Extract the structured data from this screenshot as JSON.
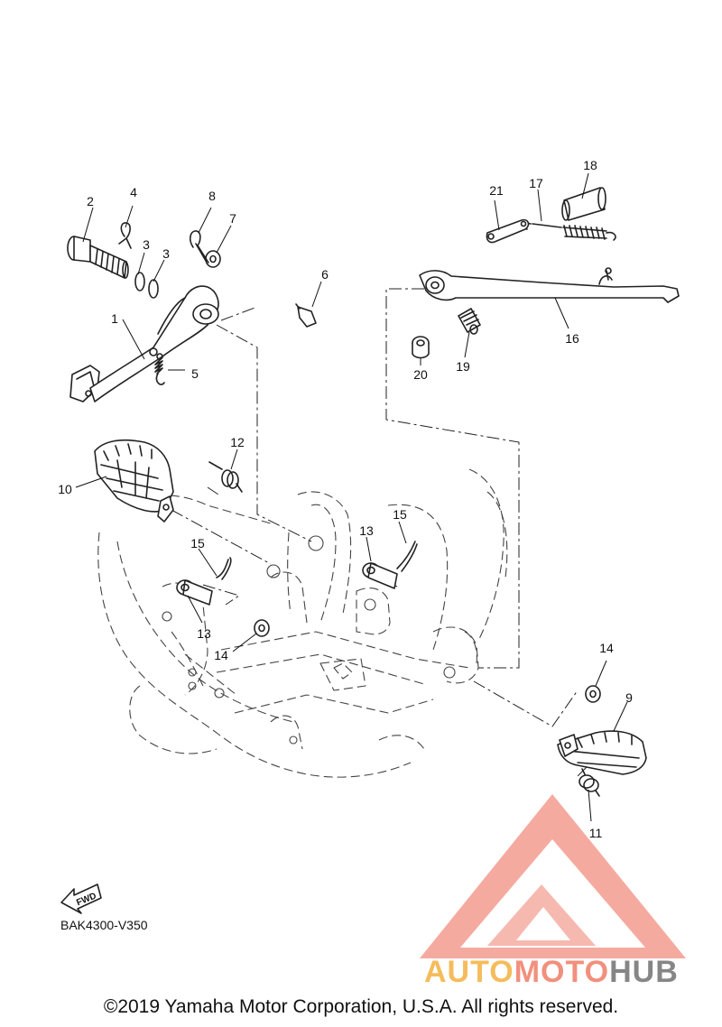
{
  "diagram_code": "BAK4300-V350",
  "fwd_label": "FWD",
  "copyright": "©2019 Yamaha Motor Corporation, U.S.A. All rights reserved.",
  "watermark": {
    "word_auto": "AUTO",
    "word_moto": "MOTO",
    "word_hub": "HUB",
    "color_auto": "#f5b54a",
    "color_moto": "#f0856f",
    "color_hub": "#7a7a7a",
    "logo_color": "#f07a6a"
  },
  "callouts": {
    "c1": "1",
    "c2": "2",
    "c3a": "3",
    "c3b": "3",
    "c4": "4",
    "c5": "5",
    "c6": "6",
    "c7": "7",
    "c8": "8",
    "c9": "9",
    "c10": "10",
    "c11": "11",
    "c12": "12",
    "c13a": "13",
    "c13b": "13",
    "c14a": "14",
    "c14b": "14",
    "c15a": "15",
    "c15b": "15",
    "c16": "16",
    "c17": "17",
    "c18": "18",
    "c19": "19",
    "c20": "20",
    "c21": "21"
  }
}
